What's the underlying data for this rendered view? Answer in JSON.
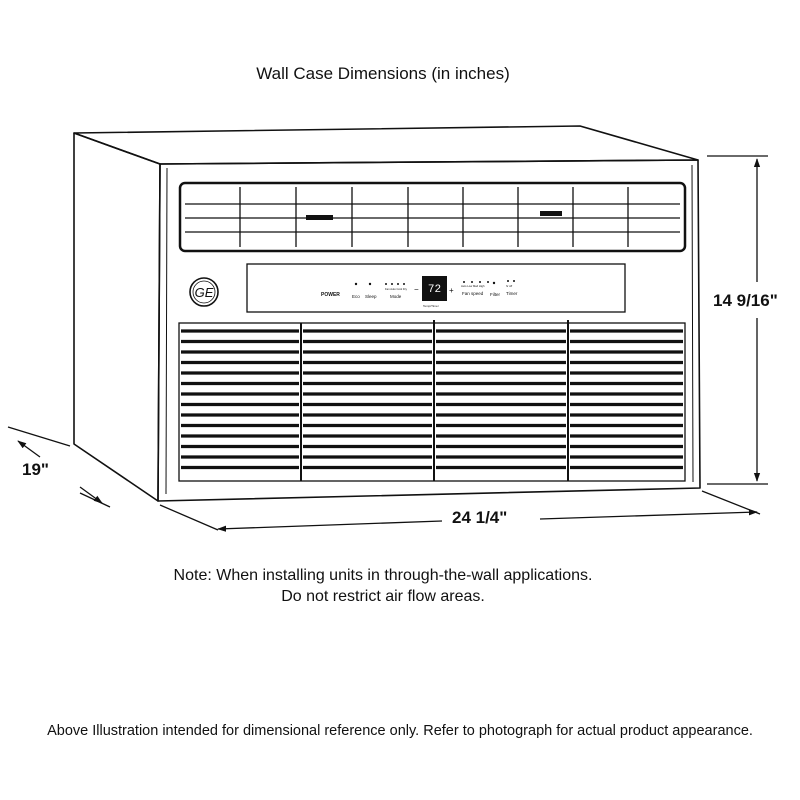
{
  "title": "Wall Case Dimensions (in inches)",
  "dimensions": {
    "height": "14 9/16\"",
    "depth": "19\"",
    "width": "24 1/4\""
  },
  "note": {
    "line1": "Note: When installing units in through-the-wall applications.",
    "line2": "Do not restrict air flow areas."
  },
  "disclaimer": "Above Illustration intended for dimensional reference only. Refer to photograph for actual product appearance.",
  "control_panel": {
    "brand": "GE",
    "power": "POWER",
    "eco": "Eco",
    "sleep": "Sleep",
    "mode": "Mode",
    "mode_options": "Fan Auto Cool Dry",
    "display": "72",
    "display_label": "Temp/Timer",
    "minus": "−",
    "plus": "+",
    "fan_speed": "Fan speed",
    "fan_options": "Auto Low Med High",
    "filter": "Filter",
    "timer": "Timer",
    "timer_options": "hr off"
  }
}
